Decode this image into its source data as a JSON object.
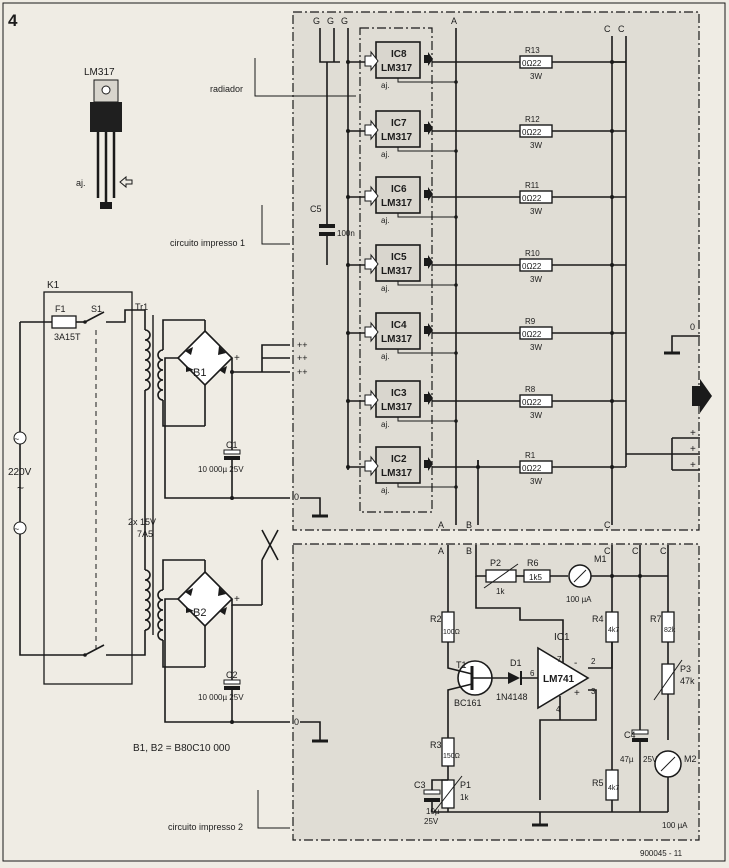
{
  "figure_number": "4",
  "footer_code": "900045 - 11",
  "pinout": {
    "part": "LM317",
    "adj_label": "aj."
  },
  "labels": {
    "radiator": "radiador",
    "pcb1": "circuito impresso 1",
    "pcb2": "circuito impresso 2",
    "bridge_note": "B1, B2 = B80C10 000",
    "mains": "220V",
    "mains_symbol": "~",
    "k1": "K1",
    "fuse": "F1",
    "fuse_value": "3A15T",
    "switch": "S1",
    "transformer": "Tr1",
    "transformer_spec_1": "2x 15V",
    "transformer_spec_2": "7A5"
  },
  "regulators": [
    {
      "ref": "IC8",
      "part": "LM317",
      "res": "R13",
      "val": "0Ω22",
      "watt": "3W",
      "adj": "aj."
    },
    {
      "ref": "IC7",
      "part": "LM317",
      "res": "R12",
      "val": "0Ω22",
      "watt": "3W",
      "adj": "aj."
    },
    {
      "ref": "IC6",
      "part": "LM317",
      "res": "R11",
      "val": "0Ω22",
      "watt": "3W",
      "adj": "aj."
    },
    {
      "ref": "IC5",
      "part": "LM317",
      "res": "R10",
      "val": "0Ω22",
      "watt": "3W",
      "adj": "aj."
    },
    {
      "ref": "IC4",
      "part": "LM317",
      "res": "R9",
      "val": "0Ω22",
      "watt": "3W",
      "adj": "aj."
    },
    {
      "ref": "IC3",
      "part": "LM317",
      "res": "R8",
      "val": "0Ω22",
      "watt": "3W",
      "adj": "aj."
    },
    {
      "ref": "IC2",
      "part": "LM317",
      "res": "R1",
      "val": "0Ω22",
      "watt": "3W",
      "adj": "aj."
    }
  ],
  "components": {
    "c5": {
      "ref": "C5",
      "val": "100n"
    },
    "b1": {
      "ref": "B1"
    },
    "b2": {
      "ref": "B2"
    },
    "c1": {
      "ref": "C1",
      "val": "10 000µ 25V"
    },
    "c2": {
      "ref": "C2",
      "val": "10 000µ 25V"
    },
    "p2": {
      "ref": "P2",
      "val": "1k"
    },
    "r6": {
      "ref": "R6",
      "val": "1k5"
    },
    "m1": {
      "ref": "M1",
      "val": "100 µA"
    },
    "r2": {
      "ref": "R2",
      "val": "100Ω"
    },
    "t1": {
      "ref": "T1",
      "val": "BC161"
    },
    "d1": {
      "ref": "D1",
      "val": "1N4148"
    },
    "ic1": {
      "ref": "IC1",
      "val": "LM741"
    },
    "r4": {
      "ref": "R4",
      "val": "4k7"
    },
    "r7": {
      "ref": "R7",
      "val": "82k"
    },
    "p3": {
      "ref": "P3",
      "val": "47k"
    },
    "r3": {
      "ref": "R3",
      "val": "150Ω"
    },
    "p1": {
      "ref": "P1",
      "val": "1k"
    },
    "c3": {
      "ref": "C3",
      "val": "10µ",
      "val2": "25V"
    },
    "r5": {
      "ref": "R5",
      "val": "4k7"
    },
    "c4": {
      "ref": "C4",
      "val": "47µ",
      "val2": "25V"
    },
    "m2": {
      "ref": "M2",
      "val": "100 µA"
    }
  },
  "pin_numbers": {
    "p7": "7",
    "p2": "2",
    "p6": "6",
    "p3": "3",
    "p4": "4"
  },
  "node_labels": {
    "g": "G",
    "a": "A",
    "b": "B",
    "c": "C",
    "zero": "0",
    "plus": "+",
    "plusplus": "++",
    "minus": "-"
  }
}
